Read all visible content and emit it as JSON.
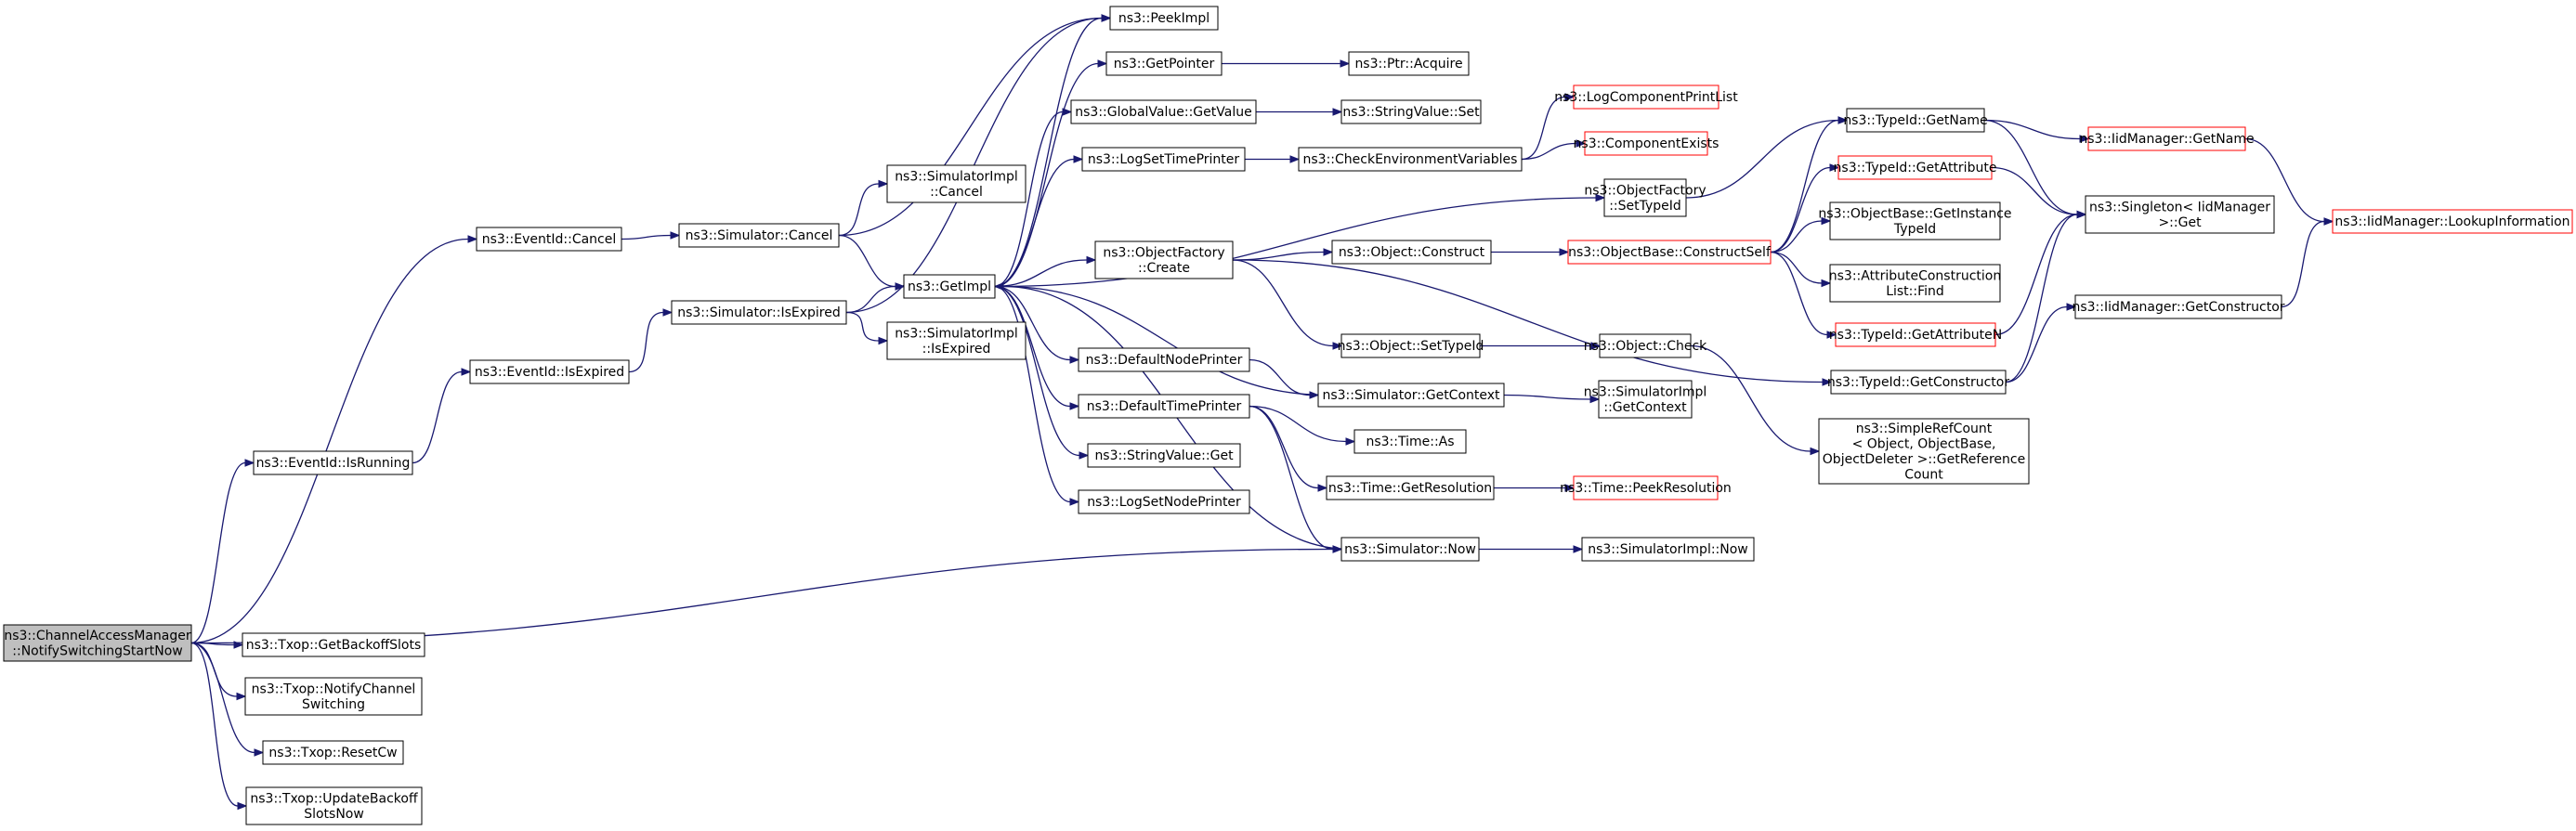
{
  "graph": {
    "title": "ns3::ChannelAccessManager::NotifySwitchingStartNow call graph",
    "colors": {
      "edge": "#191970",
      "box": "#000000",
      "unresolved": "#ff0000",
      "root_fill": "#bfbfbf"
    },
    "nodes": [
      {
        "id": "root",
        "lines": [
          "ns3::ChannelAccessManager",
          "::NotifySwitchingStartNow"
        ],
        "root": true
      },
      {
        "id": "ev_cancel",
        "lines": [
          "ns3::EventId::Cancel"
        ]
      },
      {
        "id": "ev_isrunning",
        "lines": [
          "ns3::EventId::IsRunning"
        ]
      },
      {
        "id": "ev_isexpired",
        "lines": [
          "ns3::EventId::IsExpired"
        ]
      },
      {
        "id": "sim_cancel",
        "lines": [
          "ns3::Simulator::Cancel"
        ]
      },
      {
        "id": "sim_isexpired",
        "lines": [
          "ns3::Simulator::IsExpired"
        ]
      },
      {
        "id": "simimpl_cancel",
        "lines": [
          "ns3::SimulatorImpl",
          "::Cancel"
        ]
      },
      {
        "id": "getimpl",
        "lines": [
          "ns3::GetImpl"
        ]
      },
      {
        "id": "simimpl_isexpired",
        "lines": [
          "ns3::SimulatorImpl",
          "::IsExpired"
        ]
      },
      {
        "id": "txop_getbackoff",
        "lines": [
          "ns3::Txop::GetBackoffSlots"
        ]
      },
      {
        "id": "txop_notify",
        "lines": [
          "ns3::Txop::NotifyChannel",
          "Switching"
        ]
      },
      {
        "id": "txop_resetcw",
        "lines": [
          "ns3::Txop::ResetCw"
        ]
      },
      {
        "id": "txop_update",
        "lines": [
          "ns3::Txop::UpdateBackoff",
          "SlotsNow"
        ]
      },
      {
        "id": "peekimpl",
        "lines": [
          "ns3::PeekImpl"
        ]
      },
      {
        "id": "getpointer",
        "lines": [
          "ns3::GetPointer"
        ]
      },
      {
        "id": "gv_getvalue",
        "lines": [
          "ns3::GlobalValue::GetValue"
        ]
      },
      {
        "id": "logsettime",
        "lines": [
          "ns3::LogSetTimePrinter"
        ]
      },
      {
        "id": "of_create",
        "lines": [
          "ns3::ObjectFactory",
          "::Create"
        ]
      },
      {
        "id": "defnodeprinter",
        "lines": [
          "ns3::DefaultNodePrinter"
        ]
      },
      {
        "id": "deftimeprinter",
        "lines": [
          "ns3::DefaultTimePrinter"
        ]
      },
      {
        "id": "strval_get",
        "lines": [
          "ns3::StringValue::Get"
        ]
      },
      {
        "id": "logsetnode",
        "lines": [
          "ns3::LogSetNodePrinter"
        ]
      },
      {
        "id": "ptr_acquire",
        "lines": [
          "ns3::Ptr::Acquire"
        ]
      },
      {
        "id": "strval_set",
        "lines": [
          "ns3::StringValue::Set"
        ]
      },
      {
        "id": "checkenv",
        "lines": [
          "ns3::CheckEnvironmentVariables"
        ]
      },
      {
        "id": "obj_construct",
        "lines": [
          "ns3::Object::Construct"
        ]
      },
      {
        "id": "obj_settypeid",
        "lines": [
          "ns3::Object::SetTypeId"
        ]
      },
      {
        "id": "sim_getcontext",
        "lines": [
          "ns3::Simulator::GetContext"
        ]
      },
      {
        "id": "time_as",
        "lines": [
          "ns3::Time::As"
        ]
      },
      {
        "id": "time_getres",
        "lines": [
          "ns3::Time::GetResolution"
        ]
      },
      {
        "id": "sim_now",
        "lines": [
          "ns3::Simulator::Now"
        ]
      },
      {
        "id": "logcomp_print",
        "lines": [
          "ns3::LogComponentPrintList"
        ],
        "red": true
      },
      {
        "id": "comp_exists",
        "lines": [
          "ns3::ComponentExists"
        ],
        "red": true
      },
      {
        "id": "of_settypeid",
        "lines": [
          "ns3::ObjectFactory",
          "::SetTypeId"
        ]
      },
      {
        "id": "ob_constructself",
        "lines": [
          "ns3::ObjectBase::ConstructSelf"
        ],
        "red": true
      },
      {
        "id": "obj_check",
        "lines": [
          "ns3::Object::Check"
        ]
      },
      {
        "id": "simimpl_getcontext",
        "lines": [
          "ns3::SimulatorImpl",
          "::GetContext"
        ]
      },
      {
        "id": "time_peekres",
        "lines": [
          "ns3::Time::PeekResolution"
        ],
        "red": true
      },
      {
        "id": "simimpl_now",
        "lines": [
          "ns3::SimulatorImpl::Now"
        ]
      },
      {
        "id": "typeid_getname",
        "lines": [
          "ns3::TypeId::GetName"
        ]
      },
      {
        "id": "typeid_getattr",
        "lines": [
          "ns3::TypeId::GetAttribute"
        ],
        "red": true
      },
      {
        "id": "ob_getinstance",
        "lines": [
          "ns3::ObjectBase::GetInstance",
          "TypeId"
        ]
      },
      {
        "id": "attr_find",
        "lines": [
          "ns3::AttributeConstruction",
          "List::Find"
        ]
      },
      {
        "id": "typeid_getattrn",
        "lines": [
          "ns3::TypeId::GetAttributeN"
        ],
        "red": true
      },
      {
        "id": "typeid_getctor",
        "lines": [
          "ns3::TypeId::GetConstructor"
        ]
      },
      {
        "id": "simplerefcount",
        "lines": [
          "ns3::SimpleRefCount",
          "< Object, ObjectBase,",
          "ObjectDeleter >::GetReference",
          "Count"
        ]
      },
      {
        "id": "iid_getname",
        "lines": [
          "ns3::IidManager::GetName"
        ],
        "red": true
      },
      {
        "id": "singleton_get",
        "lines": [
          "ns3::Singleton< IidManager",
          ">::Get"
        ]
      },
      {
        "id": "iid_getctor",
        "lines": [
          "ns3::IidManager::GetConstructor"
        ]
      },
      {
        "id": "iid_lookup",
        "lines": [
          "ns3::IidManager::LookupInformation"
        ],
        "red": true
      }
    ],
    "edges": [
      [
        "root",
        "ev_cancel"
      ],
      [
        "root",
        "ev_isrunning"
      ],
      [
        "root",
        "sim_now"
      ],
      [
        "root",
        "txop_getbackoff"
      ],
      [
        "root",
        "txop_notify"
      ],
      [
        "root",
        "txop_resetcw"
      ],
      [
        "root",
        "txop_update"
      ],
      [
        "ev_cancel",
        "sim_cancel"
      ],
      [
        "ev_isrunning",
        "ev_isexpired"
      ],
      [
        "ev_isexpired",
        "sim_isexpired"
      ],
      [
        "sim_cancel",
        "simimpl_cancel"
      ],
      [
        "sim_cancel",
        "getimpl"
      ],
      [
        "sim_cancel",
        "peekimpl"
      ],
      [
        "sim_isexpired",
        "getimpl"
      ],
      [
        "sim_isexpired",
        "simimpl_isexpired"
      ],
      [
        "sim_isexpired",
        "peekimpl"
      ],
      [
        "getimpl",
        "peekimpl"
      ],
      [
        "getimpl",
        "getpointer"
      ],
      [
        "getimpl",
        "gv_getvalue"
      ],
      [
        "getimpl",
        "logsettime"
      ],
      [
        "getimpl",
        "of_settypeid"
      ],
      [
        "getimpl",
        "of_create"
      ],
      [
        "getimpl",
        "defnodeprinter"
      ],
      [
        "getimpl",
        "deftimeprinter"
      ],
      [
        "getimpl",
        "strval_get"
      ],
      [
        "getimpl",
        "logsetnode"
      ],
      [
        "getpointer",
        "ptr_acquire"
      ],
      [
        "gv_getvalue",
        "strval_set"
      ],
      [
        "logsettime",
        "checkenv"
      ],
      [
        "checkenv",
        "logcomp_print"
      ],
      [
        "checkenv",
        "comp_exists"
      ],
      [
        "of_create",
        "obj_construct"
      ],
      [
        "of_create",
        "obj_settypeid"
      ],
      [
        "of_create",
        "typeid_getctor"
      ],
      [
        "defnodeprinter",
        "sim_getcontext"
      ],
      [
        "deftimeprinter",
        "time_as"
      ],
      [
        "deftimeprinter",
        "time_getres"
      ],
      [
        "deftimeprinter",
        "sim_now"
      ],
      [
        "obj_construct",
        "ob_constructself"
      ],
      [
        "obj_settypeid",
        "obj_check"
      ],
      [
        "sim_getcontext",
        "getimpl"
      ],
      [
        "sim_getcontext",
        "simimpl_getcontext"
      ],
      [
        "time_getres",
        "time_peekres"
      ],
      [
        "sim_now",
        "getimpl"
      ],
      [
        "sim_now",
        "simimpl_now"
      ],
      [
        "of_settypeid",
        "typeid_getname"
      ],
      [
        "ob_constructself",
        "typeid_getname"
      ],
      [
        "ob_constructself",
        "typeid_getattr"
      ],
      [
        "ob_constructself",
        "ob_getinstance"
      ],
      [
        "ob_constructself",
        "attr_find"
      ],
      [
        "ob_constructself",
        "typeid_getattrn"
      ],
      [
        "obj_check",
        "simplerefcount"
      ],
      [
        "typeid_getname",
        "iid_getname"
      ],
      [
        "typeid_getname",
        "singleton_get"
      ],
      [
        "typeid_getattr",
        "singleton_get"
      ],
      [
        "typeid_getattrn",
        "singleton_get"
      ],
      [
        "typeid_getctor",
        "iid_getctor"
      ],
      [
        "typeid_getctor",
        "singleton_get"
      ],
      [
        "iid_getname",
        "iid_lookup"
      ],
      [
        "iid_getctor",
        "iid_lookup"
      ]
    ]
  }
}
